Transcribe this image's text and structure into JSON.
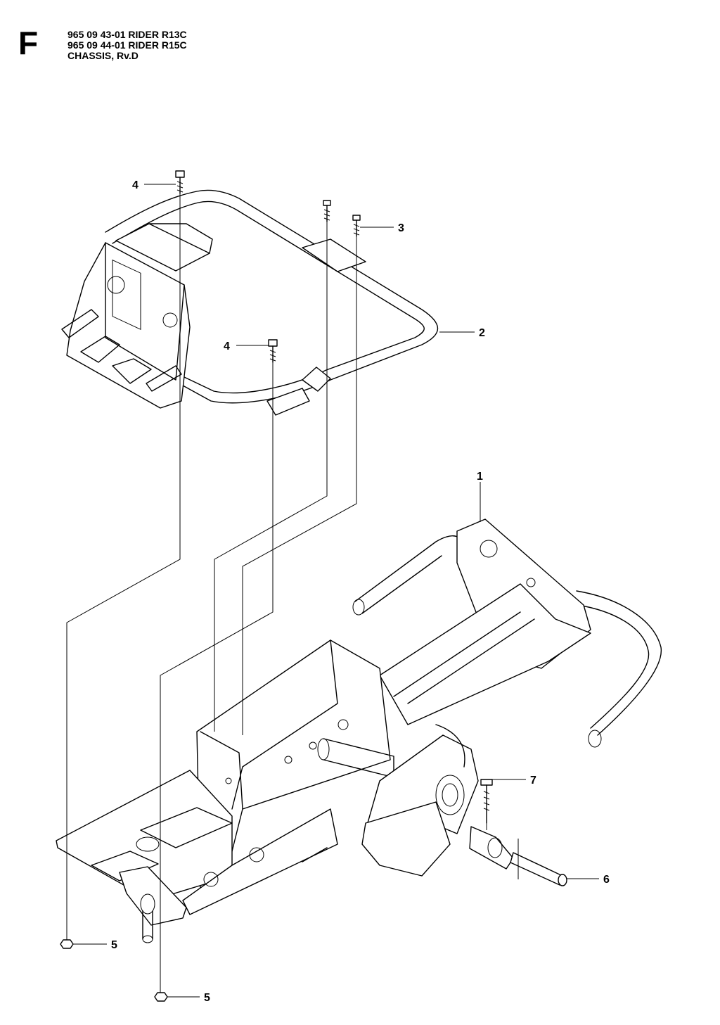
{
  "header": {
    "section_letter": "F",
    "line1": "965 09 43-01 RIDER R13C",
    "line2": "965 09 44-01 RIDER R15C",
    "line3": "CHASSIS, Rv.D"
  },
  "callouts": [
    {
      "id": "c1",
      "label": "1"
    },
    {
      "id": "c2",
      "label": "2"
    },
    {
      "id": "c3",
      "label": "3"
    },
    {
      "id": "c4a",
      "label": "4"
    },
    {
      "id": "c4b",
      "label": "4"
    },
    {
      "id": "c5a",
      "label": "5"
    },
    {
      "id": "c5b",
      "label": "5"
    },
    {
      "id": "c6",
      "label": "6"
    },
    {
      "id": "c7",
      "label": "7"
    }
  ]
}
